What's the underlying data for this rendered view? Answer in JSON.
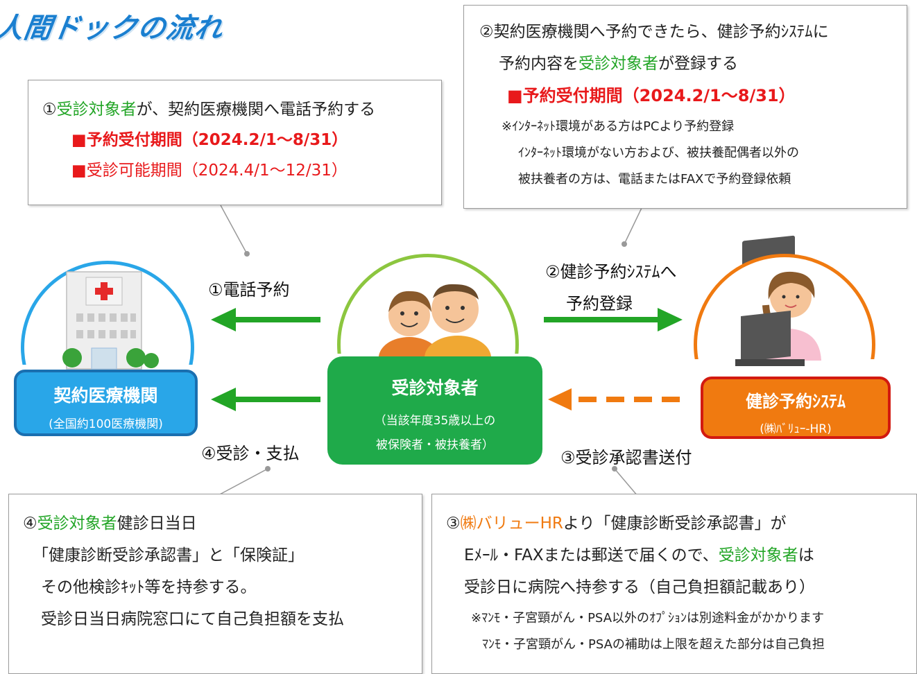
{
  "title": "人間ドックの流れ",
  "colors": {
    "green": "#22a526",
    "red": "#e8191b",
    "orange": "#f07a10",
    "blue": "#29a6e8",
    "actor_green": "#1faa4a"
  },
  "note1": {
    "prefix": "①",
    "actor": "受診対象者",
    "text": "が、契約医療機関へ電話予約する",
    "period1": "■予約受付期間（2024.2/1～8/31）",
    "period2": "■受診可能期間（2024.4/1～12/31）"
  },
  "note2": {
    "line1": "②契約医療機関へ予約できたら、健診予約ｼｽﾃﾑに",
    "line2_pre": "予約内容を",
    "line2_actor": "受診対象者",
    "line2_post": "が登録する",
    "period": "■予約受付期間（2024.2/1～8/31）",
    "sub1": "※ｲﾝﾀｰﾈｯﾄ環境がある方はPCより予約登録",
    "sub2": "ｲﾝﾀｰﾈｯﾄ環境がない方および、被扶養配偶者以外の",
    "sub3": "被扶養者の方は、電話またはFAXで予約登録依頼"
  },
  "note3": {
    "prefix": "③",
    "company": "㈱バリューHR",
    "line1_post": "より「健康診断受診承認書」が",
    "line2_pre": "Eﾒｰﾙ・FAXまたは郵送で届くので、",
    "line2_actor": "受診対象者",
    "line2_post": "は",
    "line3": "受診日に病院へ持参する（自己負担額記載あり）",
    "sub1": "※ﾏﾝﾓ・子宮頸がん・PSA以外のｵﾌﾟｼｮﾝは別途料金がかかります",
    "sub2": "ﾏﾝﾓ・子宮頸がん・PSAの補助は上限を超えた部分は自己負担"
  },
  "note4": {
    "prefix": "④",
    "actor": "受診対象者",
    "line1_post": "健診日当日",
    "line2": "「健康診断受診承認書」と「保険証」",
    "line3": "その他検診ｷｯﾄ等を持参する。",
    "line4": "受診日当日病院窓口にて自己負担額を支払"
  },
  "nodes": {
    "hospital": {
      "title": "契約医療機関",
      "sub": "(全国約100医療機関)"
    },
    "person": {
      "title": "受診対象者",
      "sub1": "（当該年度35歳以上の",
      "sub2": "被保険者・被扶養者）"
    },
    "system": {
      "title": "健診予約ｼｽﾃﾑ",
      "sub": "(㈱ﾊﾞﾘｭｰ-HR)"
    }
  },
  "flows": {
    "f1": "①電話予約",
    "f2a": "②健診予約ｼｽﾃﾑへ",
    "f2b": "予約登録",
    "f3": "③受診承認書送付",
    "f4": "④受診・支払"
  }
}
